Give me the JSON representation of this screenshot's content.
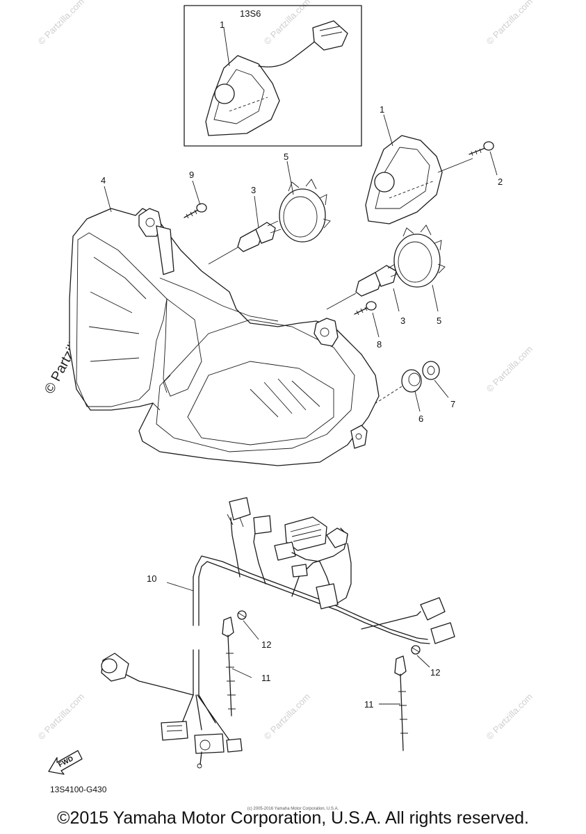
{
  "variant_box": {
    "label": "13S6"
  },
  "callouts": {
    "c1a": "1",
    "c1b": "1",
    "c2": "2",
    "c3a": "3",
    "c3b": "3",
    "c4": "4",
    "c5a": "5",
    "c5b": "5",
    "c6": "6",
    "c7": "7",
    "c8": "8",
    "c9": "9",
    "c10": "10",
    "c11a": "11",
    "c11b": "11",
    "c12a": "12",
    "c12b": "12"
  },
  "forward_arrow": {
    "label": "FWD"
  },
  "diagram_code": "13S4100-G430",
  "watermark": {
    "brand": "© Partzilla.com",
    "small": "© Partzilla.com"
  },
  "fine_print": "(c) 2005-2016 Yamaha Motor Corporation, U.S.A.",
  "copyright": "©2015 Yamaha Motor Corporation, U.S.A. All rights reserved."
}
